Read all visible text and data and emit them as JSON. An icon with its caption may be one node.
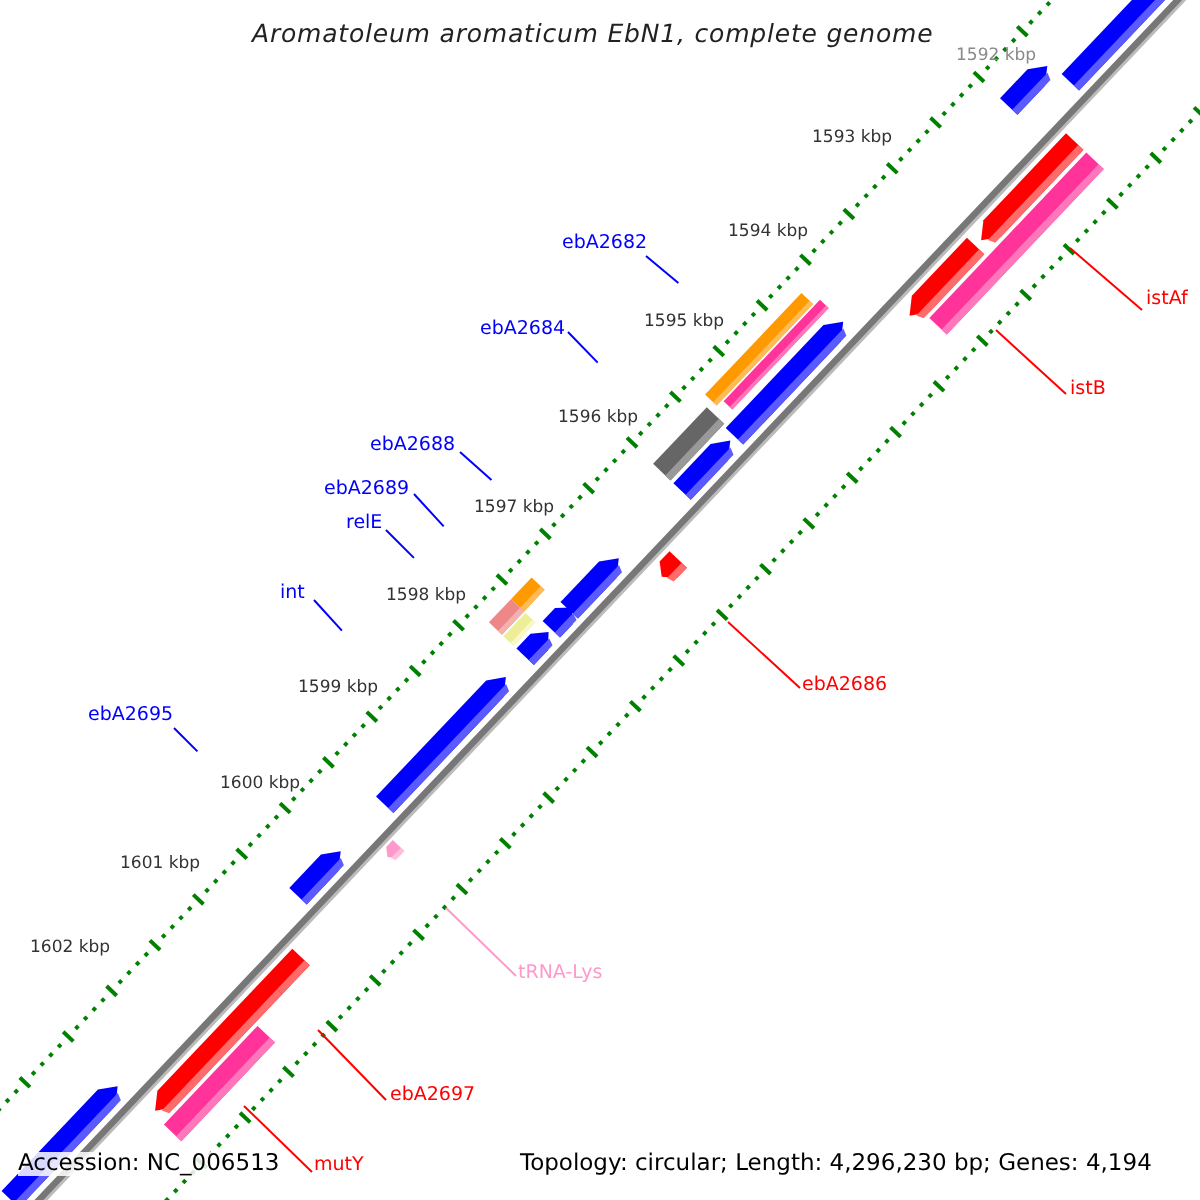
{
  "diagram": {
    "title": "Aromatoleum aromaticum EbN1, complete genome",
    "nodes": [
      {
        "text": [
          "ebA2682"
        ]
      },
      {
        "text": [
          "ebA2684"
        ]
      },
      {
        "text": [
          "ebA2688"
        ]
      },
      {
        "text": [
          "ebA2689"
        ]
      },
      {
        "text": [
          "relE"
        ]
      },
      {
        "text": [
          "int"
        ]
      },
      {
        "text": [
          "ebA2695"
        ]
      },
      {
        "text": [
          "istAf"
        ]
      },
      {
        "text": [
          "istB"
        ]
      },
      {
        "text": [
          "ebA2686"
        ]
      },
      {
        "text": [
          "tRNA-Lys"
        ]
      },
      {
        "text": [
          "ebA2697"
        ]
      },
      {
        "text": [
          "mutY"
        ]
      }
    ],
    "edges": [
      {
        "from": 0,
        "to": null,
        "arrow": "none"
      },
      {
        "from": 1,
        "to": null,
        "arrow": "none"
      },
      {
        "from": 2,
        "to": null,
        "arrow": "none"
      },
      {
        "from": 3,
        "to": null,
        "arrow": "none"
      },
      {
        "from": 4,
        "to": null,
        "arrow": "none"
      },
      {
        "from": 5,
        "to": null,
        "arrow": "none"
      },
      {
        "from": 6,
        "to": null,
        "arrow": "none"
      },
      {
        "from": 7,
        "to": null,
        "arrow": "none",
        "color": "#ff0000"
      },
      {
        "from": 8,
        "to": null,
        "arrow": "none",
        "color": "#ff0000"
      },
      {
        "from": 9,
        "to": null,
        "arrow": "none",
        "color": "#ff0000"
      },
      {
        "from": 10,
        "to": null,
        "arrow": "none",
        "color": "#ff99cc"
      },
      {
        "from": 11,
        "to": null,
        "arrow": "none",
        "color": "#ff0000"
      },
      {
        "from": 12,
        "to": null,
        "arrow": "none",
        "color": "#ff0000"
      }
    ],
    "labels": [
      "1592 kbp",
      "1593 kbp",
      "1594 kbp",
      "1595 kbp",
      "1596 kbp",
      "1597 kbp",
      "1598 kbp",
      "1599 kbp",
      "1600 kbp",
      "1601 kbp",
      "1602 kbp",
      "Accession: NC_006513",
      "Topology: circular; Length: 4,296,230 bp; Genes: 4,194"
    ]
  }
}
